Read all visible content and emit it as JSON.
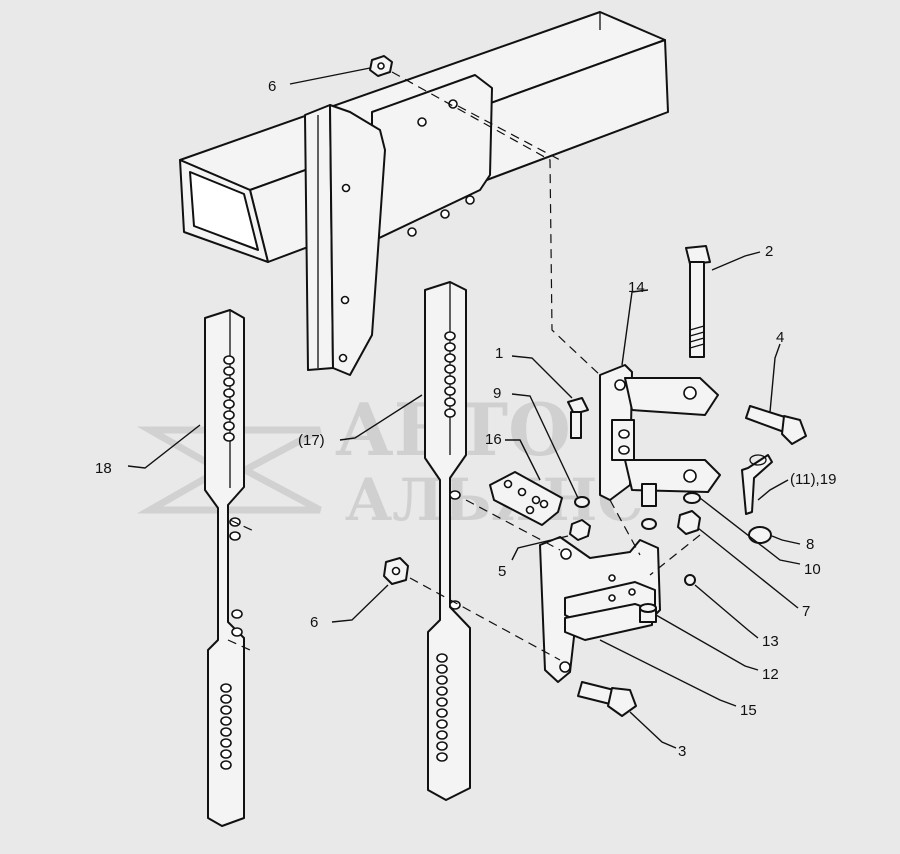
{
  "watermark": {
    "line1": "АВТО",
    "line2": "АЛЬЯНС"
  },
  "callouts": {
    "c1": "1",
    "c2": "2",
    "c3": "3",
    "c4": "4",
    "c5": "5",
    "c6a": "6",
    "c6b": "6",
    "c7": "7",
    "c8": "8",
    "c9": "9",
    "c10": "10",
    "c11_19": "(11),19",
    "c12": "12",
    "c13": "13",
    "c14": "14",
    "c15": "15",
    "c16": "16",
    "c17": "(17)",
    "c18": "18"
  }
}
